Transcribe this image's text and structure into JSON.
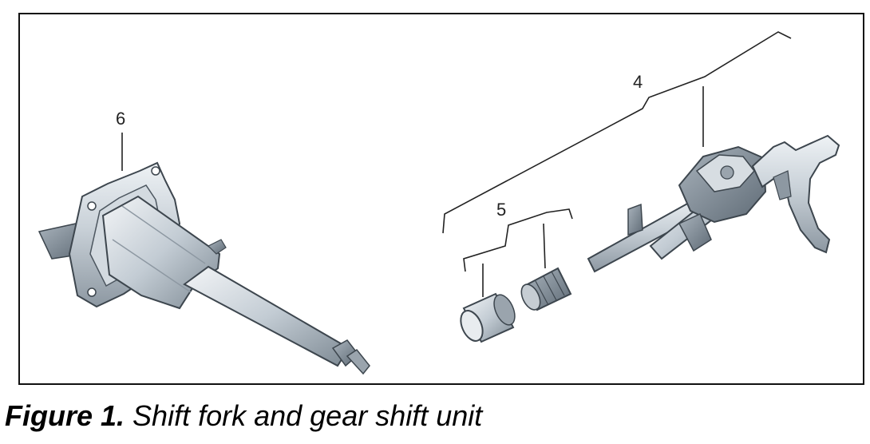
{
  "figure": {
    "callouts": {
      "label_4": "4",
      "label_5": "5",
      "label_6": "6"
    },
    "parts": [
      "gear-shift-unit-housing",
      "shift-shaft-bush",
      "bearing-bush",
      "shift-fork-assembly"
    ]
  },
  "caption": {
    "number": "Figure 1.",
    "text": " Shift fork and gear shift unit"
  },
  "colors": {
    "frame": "#111111",
    "metal_light": "#dfe5ea",
    "metal_mid": "#b3bdc6",
    "metal_dark": "#7f8b96",
    "outline": "#3d464e"
  }
}
